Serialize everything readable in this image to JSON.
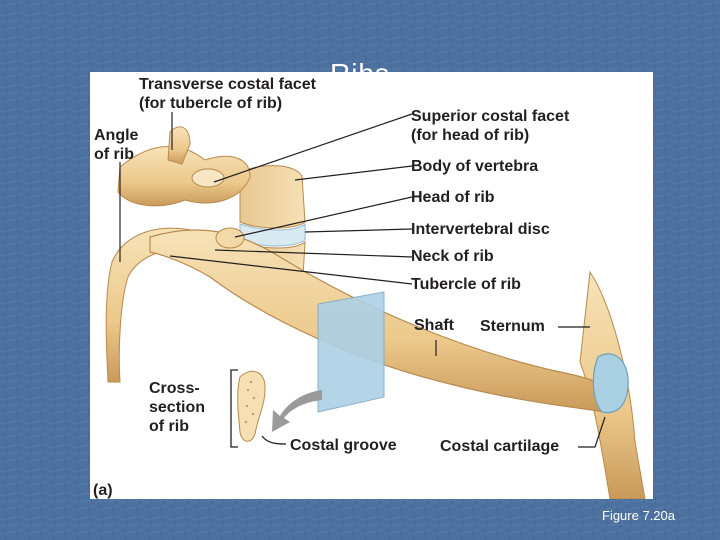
{
  "slide": {
    "title": "Ribs",
    "caption": "Figure 7.20a"
  },
  "colors": {
    "background": "#4a6f9c",
    "bone": "#f0d39e",
    "bone_shadow": "#c9a062",
    "disc": "#cfe3ee",
    "cartilage": "#9cc6dc",
    "plane": "#a9cbe3",
    "arrow": "#9a9a9a"
  },
  "labels": {
    "transverse_costal_facet": "Transverse costal facet\n(for tubercle of rib)",
    "angle_of_rib": "Angle\nof rib",
    "superior_costal_facet": "Superior costal facet\n(for head of rib)",
    "body_of_vertebra": "Body of vertebra",
    "head_of_rib": "Head of rib",
    "intervertebral_disc": "Intervertebral disc",
    "neck_of_rib": "Neck of rib",
    "tubercle_of_rib": "Tubercle of rib",
    "shaft": "Shaft",
    "sternum": "Sternum",
    "cross_section": "Cross-\nsection\nof rib",
    "costal_groove": "Costal groove",
    "costal_cartilage": "Costal cartilage",
    "panel_letter": "(a)"
  }
}
